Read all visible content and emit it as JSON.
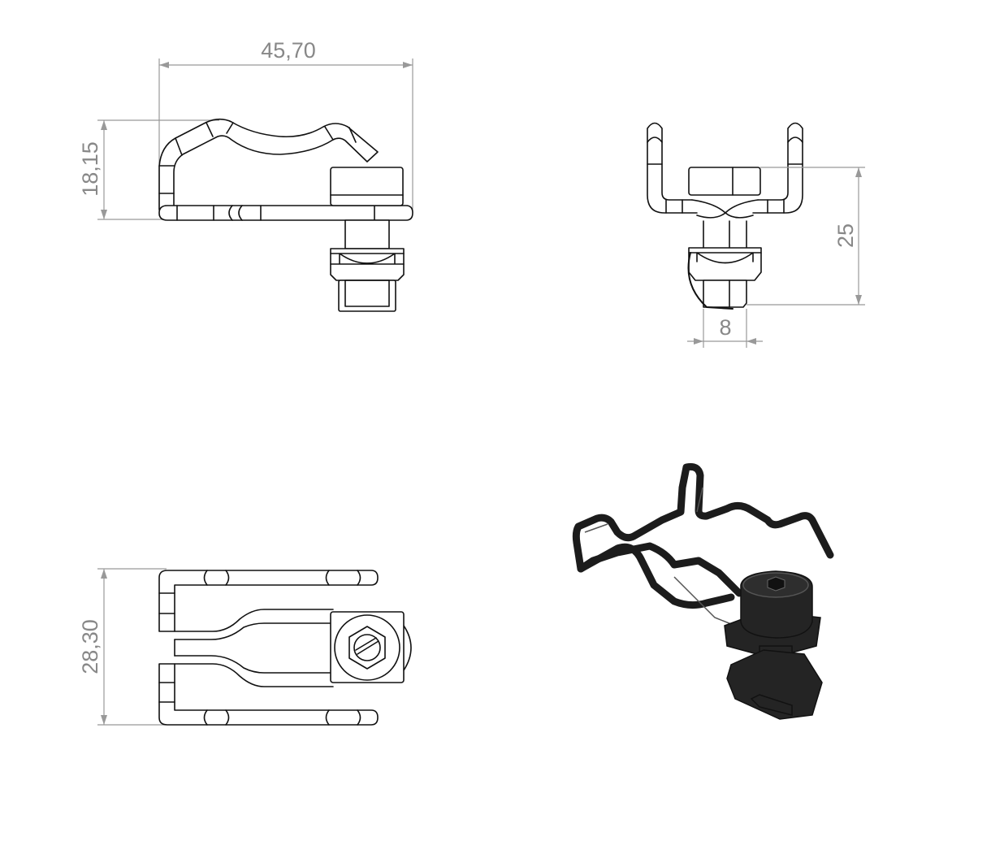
{
  "drawing": {
    "views": [
      "front-view",
      "side-view",
      "top-view",
      "isometric-view"
    ],
    "dimensions": {
      "front_width": "45,70",
      "front_height": "18,15",
      "side_height": "25",
      "side_width": "8",
      "top_depth": "28,30"
    },
    "colors": {
      "line": "#111111",
      "dimension": "#999999",
      "dimension_text": "#888888",
      "iso_body": "#242424"
    }
  }
}
